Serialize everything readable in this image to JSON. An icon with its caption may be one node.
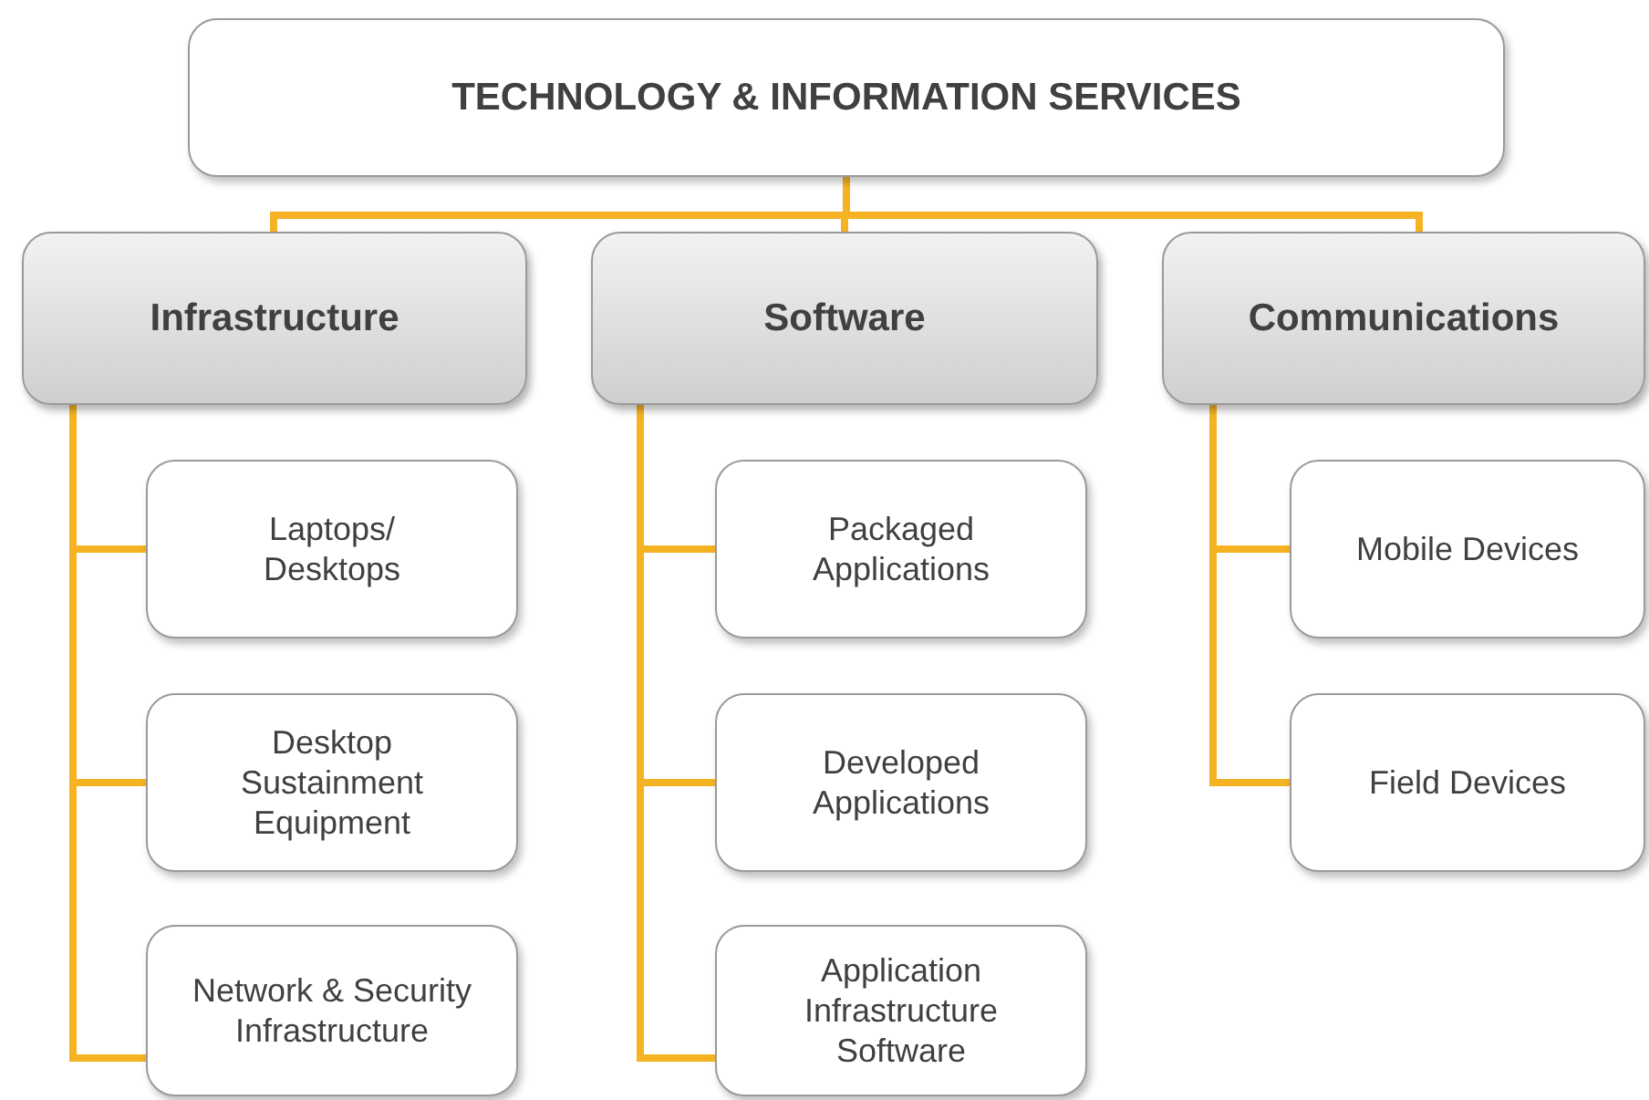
{
  "diagram": {
    "nodes": [
      {
        "text": [
          "TECHNOLOGY & INFORMATION SERVICES"
        ]
      },
      {
        "text": [
          "Infrastructure"
        ]
      },
      {
        "text": [
          "Laptops/ Desktops"
        ]
      },
      {
        "text": [
          "Desktop Sustainment Equipment"
        ]
      },
      {
        "text": [
          "Network & Security Infrastructure"
        ]
      },
      {
        "text": [
          "Software"
        ]
      },
      {
        "text": [
          "Packaged Applications"
        ]
      },
      {
        "text": [
          "Developed Applications"
        ]
      },
      {
        "text": [
          "Application Infrastructure Software"
        ]
      },
      {
        "text": [
          "Communications"
        ]
      },
      {
        "text": [
          "Mobile Devices"
        ]
      },
      {
        "text": [
          "Field Devices"
        ]
      }
    ],
    "edges": [
      {
        "from": 0,
        "to": 1,
        "arrow": "none"
      },
      {
        "from": 0,
        "to": 5,
        "arrow": "none"
      },
      {
        "from": 0,
        "to": 9,
        "arrow": "none"
      },
      {
        "from": 1,
        "to": 2,
        "arrow": "none"
      },
      {
        "from": 1,
        "to": 3,
        "arrow": "none"
      },
      {
        "from": 1,
        "to": 4,
        "arrow": "none"
      },
      {
        "from": 5,
        "to": 6,
        "arrow": "none"
      },
      {
        "from": 5,
        "to": 7,
        "arrow": "none"
      },
      {
        "from": 5,
        "to": 8,
        "arrow": "none"
      },
      {
        "from": 9,
        "to": 10,
        "arrow": "none"
      },
      {
        "from": 9,
        "to": 11,
        "arrow": "none"
      }
    ]
  }
}
